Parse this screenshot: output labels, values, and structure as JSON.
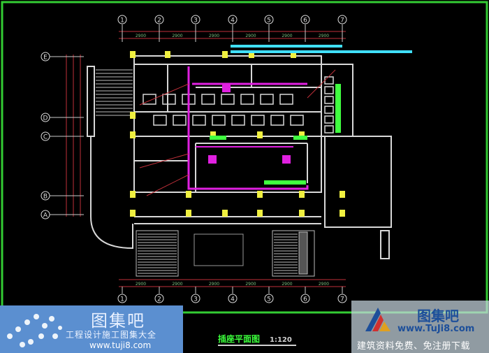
{
  "drawing": {
    "title": "插座平面图",
    "scale": "1:120",
    "column_axes": [
      "1",
      "2",
      "3",
      "4",
      "5",
      "6",
      "7"
    ],
    "row_axes": [
      "E",
      "D",
      "C",
      "B",
      "A"
    ],
    "bay_dimension": "2900",
    "colors": {
      "frame": "#33cc33",
      "wall": "#d8d8d8",
      "dimension": "#c0303a",
      "circuit": "#e020e0",
      "fixture": "#f0f040",
      "text_green": "#40ff40",
      "text_cyan": "#40e0ff"
    }
  },
  "watermark_left": {
    "name": "图集吧",
    "slogan": "工程设计施工图集大全",
    "url": "www.tuji8.com"
  },
  "watermark_right": {
    "name": "图集吧",
    "url": "www.TuJi8.com",
    "slogan": "建筑资料免费、免注册下载"
  }
}
